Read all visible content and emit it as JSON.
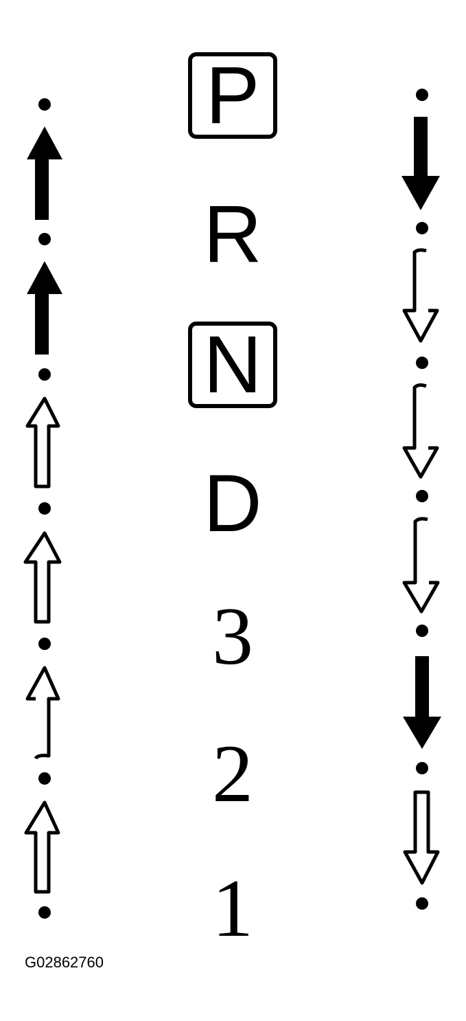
{
  "diagram": {
    "gear_positions": [
      {
        "label": "P",
        "boxed": true
      },
      {
        "label": "R",
        "boxed": false
      },
      {
        "label": "N",
        "boxed": true
      },
      {
        "label": "D",
        "boxed": false
      },
      {
        "label": "3",
        "boxed": false
      },
      {
        "label": "2",
        "boxed": false
      },
      {
        "label": "1",
        "boxed": false
      }
    ],
    "upshift_column": {
      "direction": "up",
      "arrows": [
        {
          "between": [
            "R",
            "P"
          ],
          "style": "filled"
        },
        {
          "between": [
            "N",
            "R"
          ],
          "style": "filled"
        },
        {
          "between": [
            "D",
            "N"
          ],
          "style": "hollow"
        },
        {
          "between": [
            "3",
            "D"
          ],
          "style": "hollow"
        },
        {
          "between": [
            "2",
            "3"
          ],
          "style": "hollow-open"
        },
        {
          "between": [
            "1",
            "2"
          ],
          "style": "hollow"
        }
      ]
    },
    "downshift_column": {
      "direction": "down",
      "arrows": [
        {
          "between": [
            "P",
            "R"
          ],
          "style": "filled"
        },
        {
          "between": [
            "R",
            "N"
          ],
          "style": "hollow-open"
        },
        {
          "between": [
            "N",
            "D"
          ],
          "style": "hollow-open"
        },
        {
          "between": [
            "D",
            "3"
          ],
          "style": "hollow-open"
        },
        {
          "between": [
            "3",
            "2"
          ],
          "style": "filled"
        },
        {
          "between": [
            "2",
            "1"
          ],
          "style": "hollow"
        }
      ]
    },
    "figure_code": "G02862760"
  },
  "colors": {
    "ink": "#000000",
    "background": "#ffffff"
  }
}
